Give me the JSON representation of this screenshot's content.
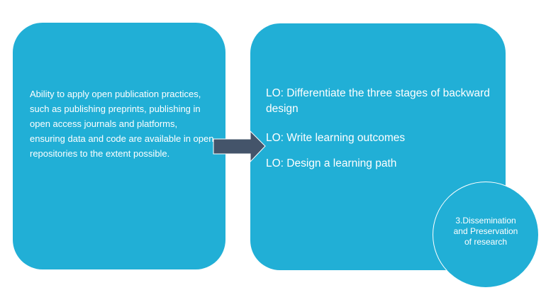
{
  "left_box": {
    "text": "Ability to apply open publication practices, such as publishing preprints, publishing in open access journals and platforms, ensuring data and code are available in open repositories to the extent possible."
  },
  "right_box": {
    "outcomes": [
      "LO: Differentiate the three stages of backward design",
      "LO: Write learning outcomes",
      "LO: Design a learning path"
    ]
  },
  "circle": {
    "label": "3.Dissemination and Preservation of research"
  },
  "colors": {
    "box": "#21afd6",
    "arrow": "#44546a"
  }
}
